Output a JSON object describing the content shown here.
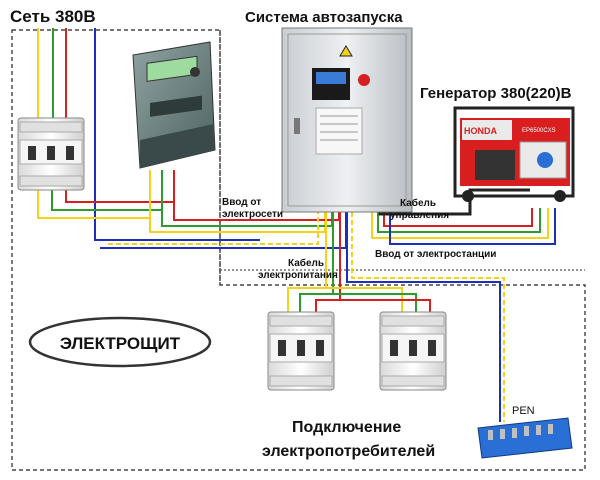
{
  "labels": {
    "network": "Сеть 380В",
    "autostart": "Система автозапуска",
    "generator": "Генератор 380(220)В",
    "input_grid_1": "Ввод от",
    "input_grid_2": "электросети",
    "control_cable_1": "Кабель",
    "control_cable_2": "управления",
    "input_station": "Ввод от электростанции",
    "power_cable_1": "Кабель",
    "power_cable_2": "электропитания",
    "switchboard": "ЭЛЕКТРОЩИТ",
    "consumers_1": "Подключение",
    "consumers_2": "электропотребителей",
    "pen": "PEN",
    "generator_brand": "HONDA",
    "generator_model": "EP6500CXS"
  },
  "colors": {
    "wire_yellow": "#f2d21b",
    "wire_green": "#2e9b2e",
    "wire_red": "#d42020",
    "wire_blue": "#1c2fb8",
    "wire_black": "#222222",
    "generator_red": "#d81e1e",
    "busbar_blue": "#2a6fd6"
  }
}
